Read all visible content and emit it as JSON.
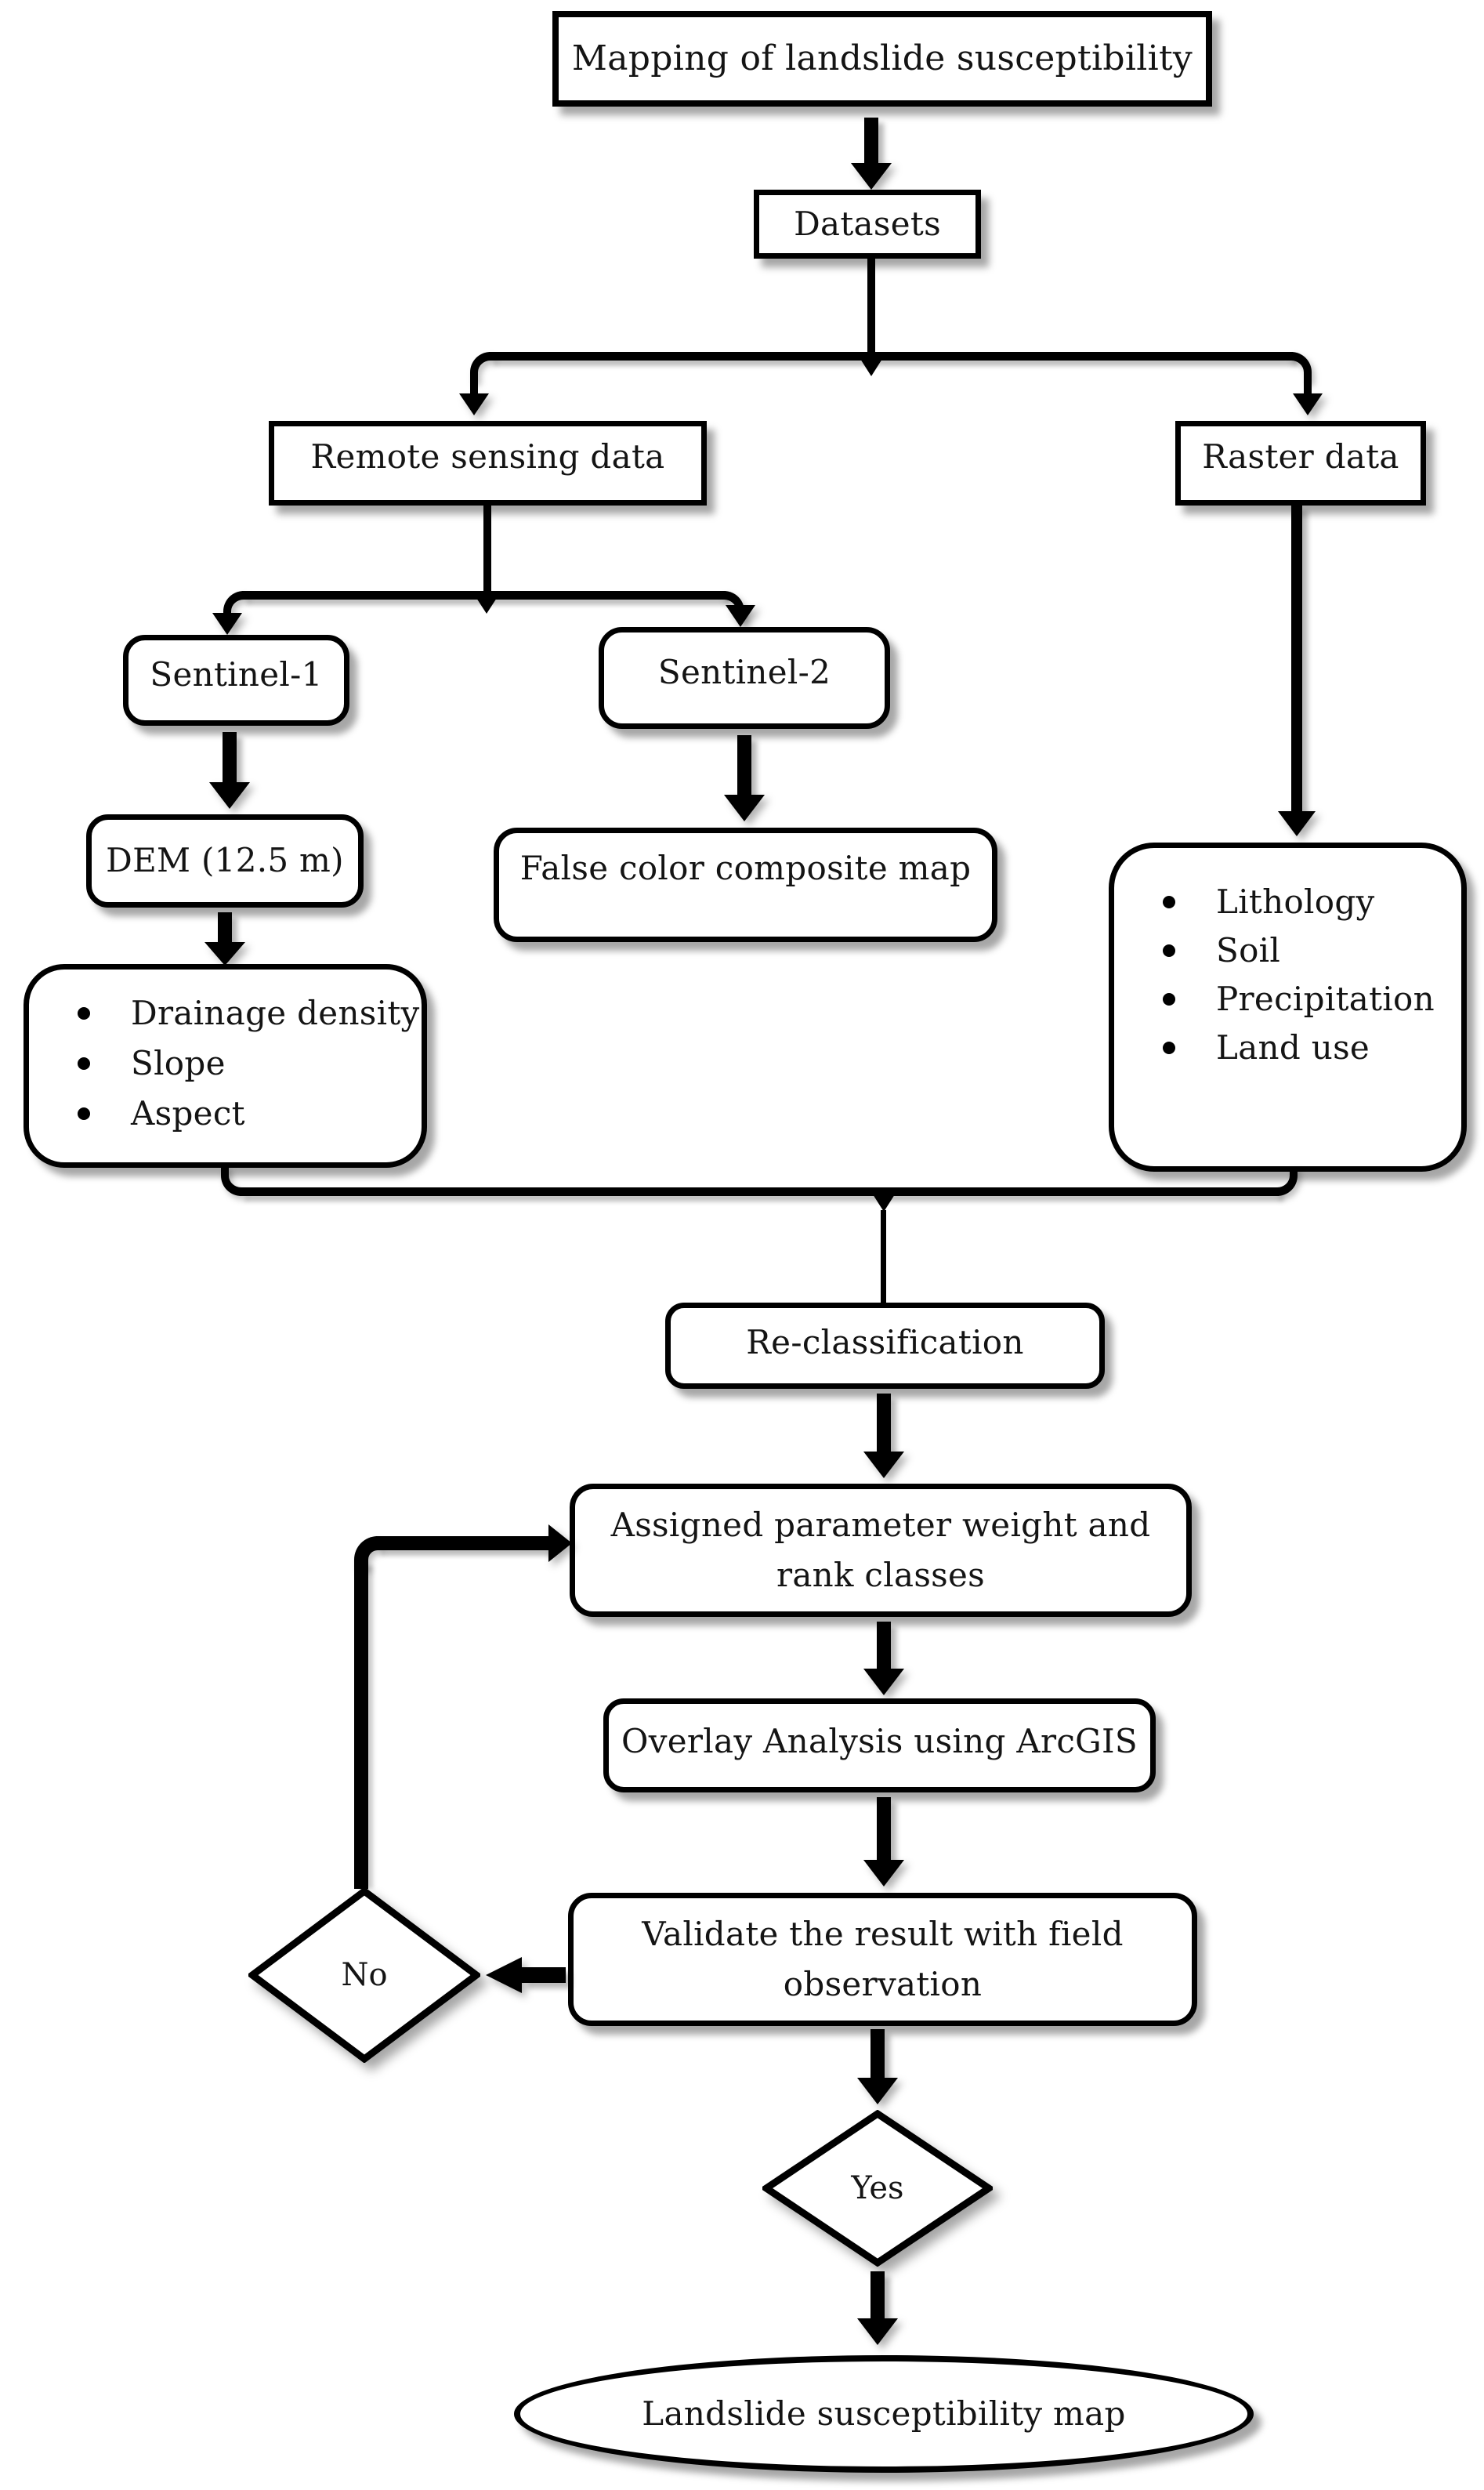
{
  "diagram": {
    "title": "Mapping of landslide susceptibility",
    "datasets": "Datasets",
    "remote_sensing": "Remote sensing data",
    "raster": "Raster data",
    "sentinel1": "Sentinel-1",
    "sentinel2": "Sentinel-2",
    "dem": "DEM (12.5 m)",
    "false_color": "False color composite map",
    "dem_derived": [
      "Drainage density",
      "Slope",
      "Aspect"
    ],
    "raster_layers": [
      "Lithology",
      "Soil",
      "Precipitation",
      "Land use"
    ],
    "reclassification": "Re-classification",
    "assigned": {
      "line1": "Assigned parameter weight and",
      "line2": "rank classes"
    },
    "overlay": "Overlay Analysis using ArcGIS",
    "validate": {
      "line1": "Validate the result with field",
      "line2": "observation"
    },
    "decision_no": "No",
    "decision_yes": "Yes",
    "output": "Landslide susceptibility map",
    "colors": {
      "stroke": "#000000",
      "fill": "#ffffff",
      "background": "#ffffff"
    }
  }
}
